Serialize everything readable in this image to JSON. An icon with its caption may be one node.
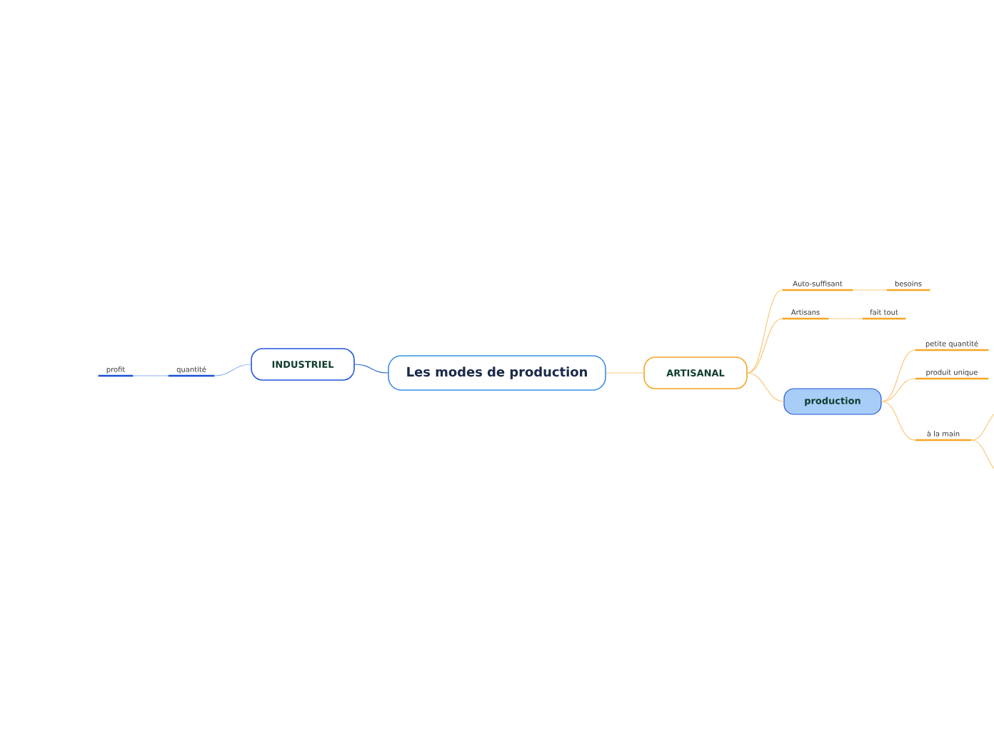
{
  "diagram": {
    "nodes": [
      {
        "text": [
          "Les modes de production"
        ]
      },
      {
        "text": [
          "INDUSTRIEL"
        ]
      },
      {
        "text": [
          "quantité"
        ]
      },
      {
        "text": [
          "profit"
        ]
      },
      {
        "text": [
          "ARTISANAL"
        ]
      },
      {
        "text": [
          "Auto-suffisant"
        ]
      },
      {
        "text": [
          "besoins"
        ]
      },
      {
        "text": [
          "Artisans"
        ]
      },
      {
        "text": [
          "fait tout"
        ]
      },
      {
        "text": [
          "production"
        ]
      },
      {
        "text": [
          "petite quantité"
        ]
      },
      {
        "text": [
          "produit unique"
        ]
      },
      {
        "text": [
          "à la main"
        ]
      }
    ],
    "edges": [
      {
        "from": 0,
        "to": 1,
        "arrow": "none",
        "color": "#2f6fd6"
      },
      {
        "from": 1,
        "to": 2,
        "arrow": "none",
        "color": "#8fb0f0"
      },
      {
        "from": 2,
        "to": 3,
        "arrow": "none",
        "color": "#8fb0f0"
      },
      {
        "from": 0,
        "to": 4,
        "arrow": "none"
      },
      {
        "from": 4,
        "to": 5,
        "arrow": "none"
      },
      {
        "from": 5,
        "to": 6,
        "arrow": "none"
      },
      {
        "from": 4,
        "to": 7,
        "arrow": "none"
      },
      {
        "from": 7,
        "to": 8,
        "arrow": "none"
      },
      {
        "from": 4,
        "to": 9,
        "arrow": "none"
      },
      {
        "from": 9,
        "to": 10,
        "arrow": "none"
      },
      {
        "from": 9,
        "to": 11,
        "arrow": "none"
      },
      {
        "from": 9,
        "to": 12,
        "arrow": "none"
      },
      {
        "from": 12,
        "to": null,
        "arrow": "none"
      },
      {
        "from": 12,
        "to": null,
        "arrow": "none"
      }
    ]
  }
}
